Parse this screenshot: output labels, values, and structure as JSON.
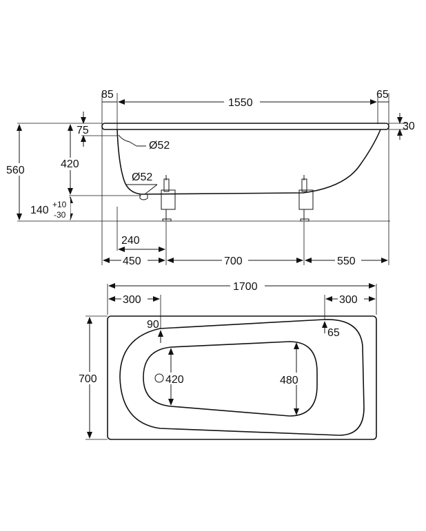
{
  "side_view": {
    "top_85": "85",
    "top_1550": "1550",
    "top_65": "65",
    "right_30": "30",
    "left_75": "75",
    "left_420": "420",
    "left_560": "560",
    "left_140": "140",
    "left_140_sup": "+10",
    "left_140_sub": "-30",
    "drain_top": "Ø52",
    "drain_bottom": "Ø52",
    "bottom_240": "240",
    "bottom_450": "450",
    "bottom_700": "700",
    "bottom_550": "550"
  },
  "top_view": {
    "overall_1700": "1700",
    "left_300": "300",
    "right_300": "300",
    "left_90": "90",
    "right_65": "65",
    "height_700": "700",
    "inner_420": "420",
    "inner_480": "480"
  }
}
